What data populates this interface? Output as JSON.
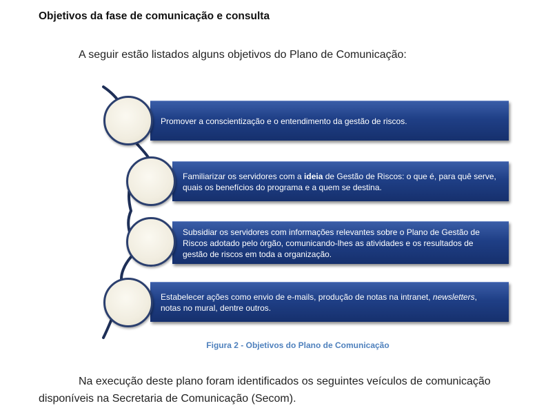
{
  "heading": "Objetivos da fase de comunicação e consulta",
  "intro": "A seguir estão listados alguns objetivos do Plano de Comunicação:",
  "objectives": [
    {
      "text": "Promover a conscientização e o entendimento da gestão de riscos."
    },
    {
      "pre": "Familiarizar os servidores com a ",
      "bold": "ideia",
      "post": " de Gestão de Riscos: o que é, para quê serve, quais os benefícios do programa e a quem se destina."
    },
    {
      "text": "Subsidiar os servidores com informações relevantes sobre o Plano de Gestão de Riscos adotado pelo órgão, comunicando-lhes as atividades e os resultados de gestão de riscos em toda a organização."
    },
    {
      "pre": "Estabelecer ações como envio de e-mails, produção de notas na intranet, ",
      "italic": "newsletters",
      "post": ", notas no mural, dentre outros."
    }
  ],
  "caption": "Figura 2 - Objetivos do Plano de Comunicação",
  "paragraph": "Na execução deste plano foram identificados os seguintes veículos de comunicação disponíveis na Secretaria de Comunicação (Secom).",
  "colors": {
    "bar": "#1f3f86",
    "circle_fill": "#f1ede0",
    "circle_border": "#2b3f6e",
    "caption": "#4f81bd"
  }
}
